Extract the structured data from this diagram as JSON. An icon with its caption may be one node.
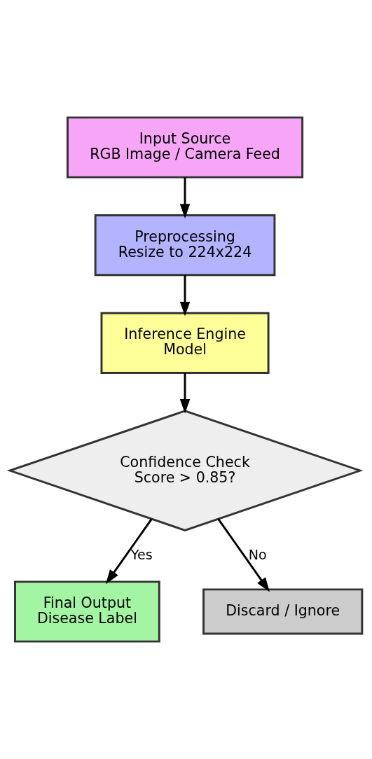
{
  "diagram": {
    "nodes": [
      {
        "text": [
          "Input Source",
          "RGB Image / Camera Feed"
        ]
      },
      {
        "text": [
          "Preprocessing",
          "Resize to 224x224"
        ]
      },
      {
        "text": [
          "Inference Engine",
          "Model"
        ]
      },
      {
        "text": [
          "Confidence Check",
          "Score > 0.85?"
        ]
      },
      {
        "text": [
          "Final Output",
          "Disease Label"
        ]
      },
      {
        "text": [
          "Discard / Ignore"
        ]
      }
    ],
    "edges": [
      {
        "from": 0,
        "to": 1,
        "arrow": "to"
      },
      {
        "from": 1,
        "to": 2,
        "arrow": "to"
      },
      {
        "from": 2,
        "to": 3,
        "arrow": "to"
      },
      {
        "from": 3,
        "to": 4,
        "arrow": "to",
        "label": "Yes"
      },
      {
        "from": 3,
        "to": 5,
        "arrow": "to",
        "label": "No"
      }
    ]
  }
}
